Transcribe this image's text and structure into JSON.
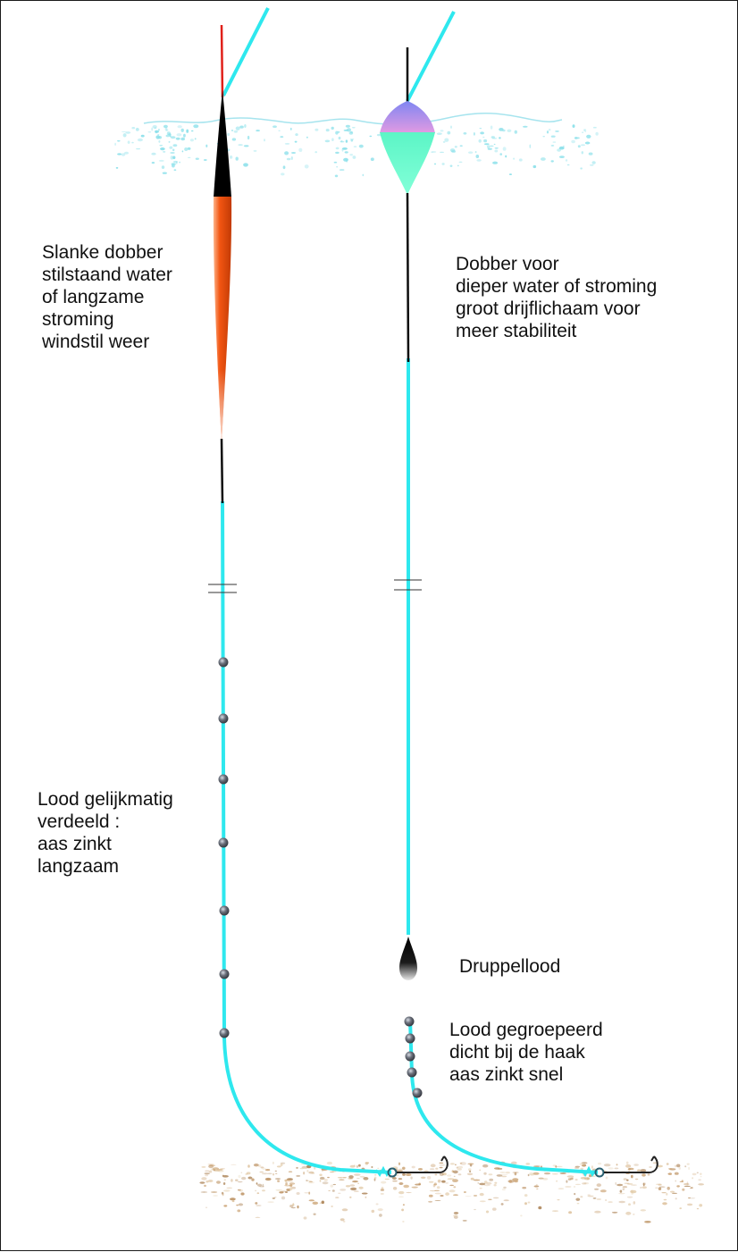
{
  "colors": {
    "line": "#2ee8ee",
    "water_surface": "#9fe4ee",
    "water_speckle": "#7fe0ea",
    "float1_tip": "#e0201a",
    "float1_top": "#000000",
    "float1_body": "#f05010",
    "float2_top": "#8890f0",
    "float2_mid": "#d49ae8",
    "float2_bottom": "#66ffcc",
    "stem": "#0d0d0d",
    "shot": "#555a66",
    "bottom_sediment": "#c9a070",
    "hook": "#222222"
  },
  "labels": {
    "float1": [
      "Slanke dobber",
      "stilstaand water",
      "of langzame",
      "stroming",
      "windstil weer"
    ],
    "float2": [
      "Dobber voor",
      "dieper water of stroming",
      "groot drijflichaam voor",
      "meer stabiliteit"
    ],
    "shot1": [
      "Lood gelijkmatig",
      "verdeeld :",
      "aas zinkt",
      "langzaam"
    ],
    "drop_weight": [
      "Druppellood"
    ],
    "shot2": [
      "Lood gegroepeerd",
      "dicht bij de haak",
      "aas zinkt snel"
    ]
  },
  "icons": {
    "float1": "slim-pole-float-icon",
    "float2": "bodied-float-icon",
    "drop_weight": "drop-lead-weight-icon",
    "split_shot": "split-shot-icon",
    "hook": "fish-hook-icon"
  }
}
